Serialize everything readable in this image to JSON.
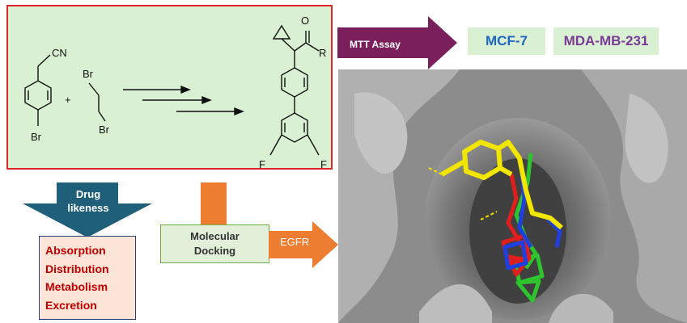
{
  "synthesis": {
    "reactant1": {
      "cn_label": "CN",
      "br_label": "Br"
    },
    "plus": "+",
    "reactant2": {
      "br_top": "Br",
      "br_bottom": "Br"
    },
    "product": {
      "o_label": "O",
      "r_label": "R",
      "f_left": "F",
      "f_right": "F"
    }
  },
  "mtt": {
    "label": "MTT Assay",
    "cell_lines": [
      "MCF-7",
      "MDA-MB-231"
    ]
  },
  "drug_likeness": {
    "label_line1": "Drug",
    "label_line2": "likeness",
    "adme": [
      "Absorption",
      "Distribution",
      "Metabolism",
      "Excretion"
    ]
  },
  "docking": {
    "label_line1": "Molecular",
    "label_line2": "Docking",
    "target": "EGFR"
  },
  "colors": {
    "box_green": "#d9f0d3",
    "box_border_red": "#e0262a",
    "mtt_arrow": "#7a1f5c",
    "mcf7_text": "#1f66c2",
    "mda_text": "#7a3a96",
    "drug_arrow": "#1f5f7a",
    "adme_text": "#c00000",
    "adme_bg": "#fce4d6",
    "orange": "#ed7d31",
    "surface_grey": "#8a8a8a"
  }
}
